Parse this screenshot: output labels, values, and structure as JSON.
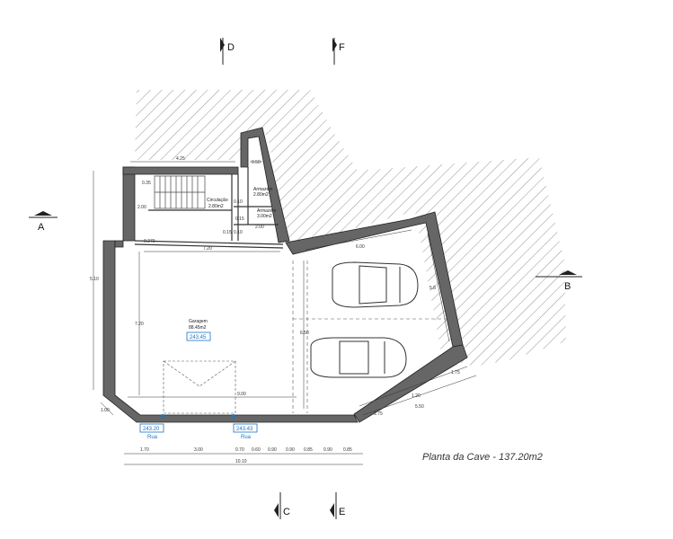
{
  "title": "Planta da Cave - 137.20m2",
  "sections": {
    "a": "A",
    "b": "B",
    "c": "C",
    "d": "D",
    "e": "E",
    "f": "F"
  },
  "rooms": {
    "garagem_name": "Garagem",
    "garagem_area": "88.45m2",
    "circulacao_name": "Circulação",
    "circulacao_area": "2.80m2",
    "armazem1_name": "Armazém",
    "armazem1_area": "2.80m2",
    "armazem2_name": "Armazém",
    "armazem2_area": "3.00m2"
  },
  "levels": {
    "garage_floor": "243.45",
    "rua_left_value": "243.20",
    "rua_left_label": "Rua",
    "rua_right_value": "243.43",
    "rua_right_label": "Rua"
  },
  "dimensions": {
    "top_width": "4.25",
    "top_small": "0.50",
    "stair_h1": "0.35",
    "stair_h2": "2.00",
    "stair_v": "0.270",
    "mid_1": "0.15",
    "arm_1": "0.15",
    "arm_2": "0.10",
    "arm_3": "2.00",
    "arm_4": "0.10",
    "inner_width": "7.20",
    "left_height": "5.10",
    "garage_height": "7.20",
    "mid_span": "9.00",
    "right_top": "6.00",
    "right_height": "6.50",
    "right_side": "5.8",
    "bottom_left_chamfer": "1.00",
    "diag_a": "1.75",
    "diag_b": "1.20",
    "diag_c": "1.75",
    "diag_d": "5.50",
    "bottom_segments": [
      "1.70",
      "3.00",
      "0.70",
      "0.60",
      "0.90",
      "0.90",
      "0.85",
      "0.90",
      "0.85"
    ],
    "bottom_total": "10.10"
  }
}
